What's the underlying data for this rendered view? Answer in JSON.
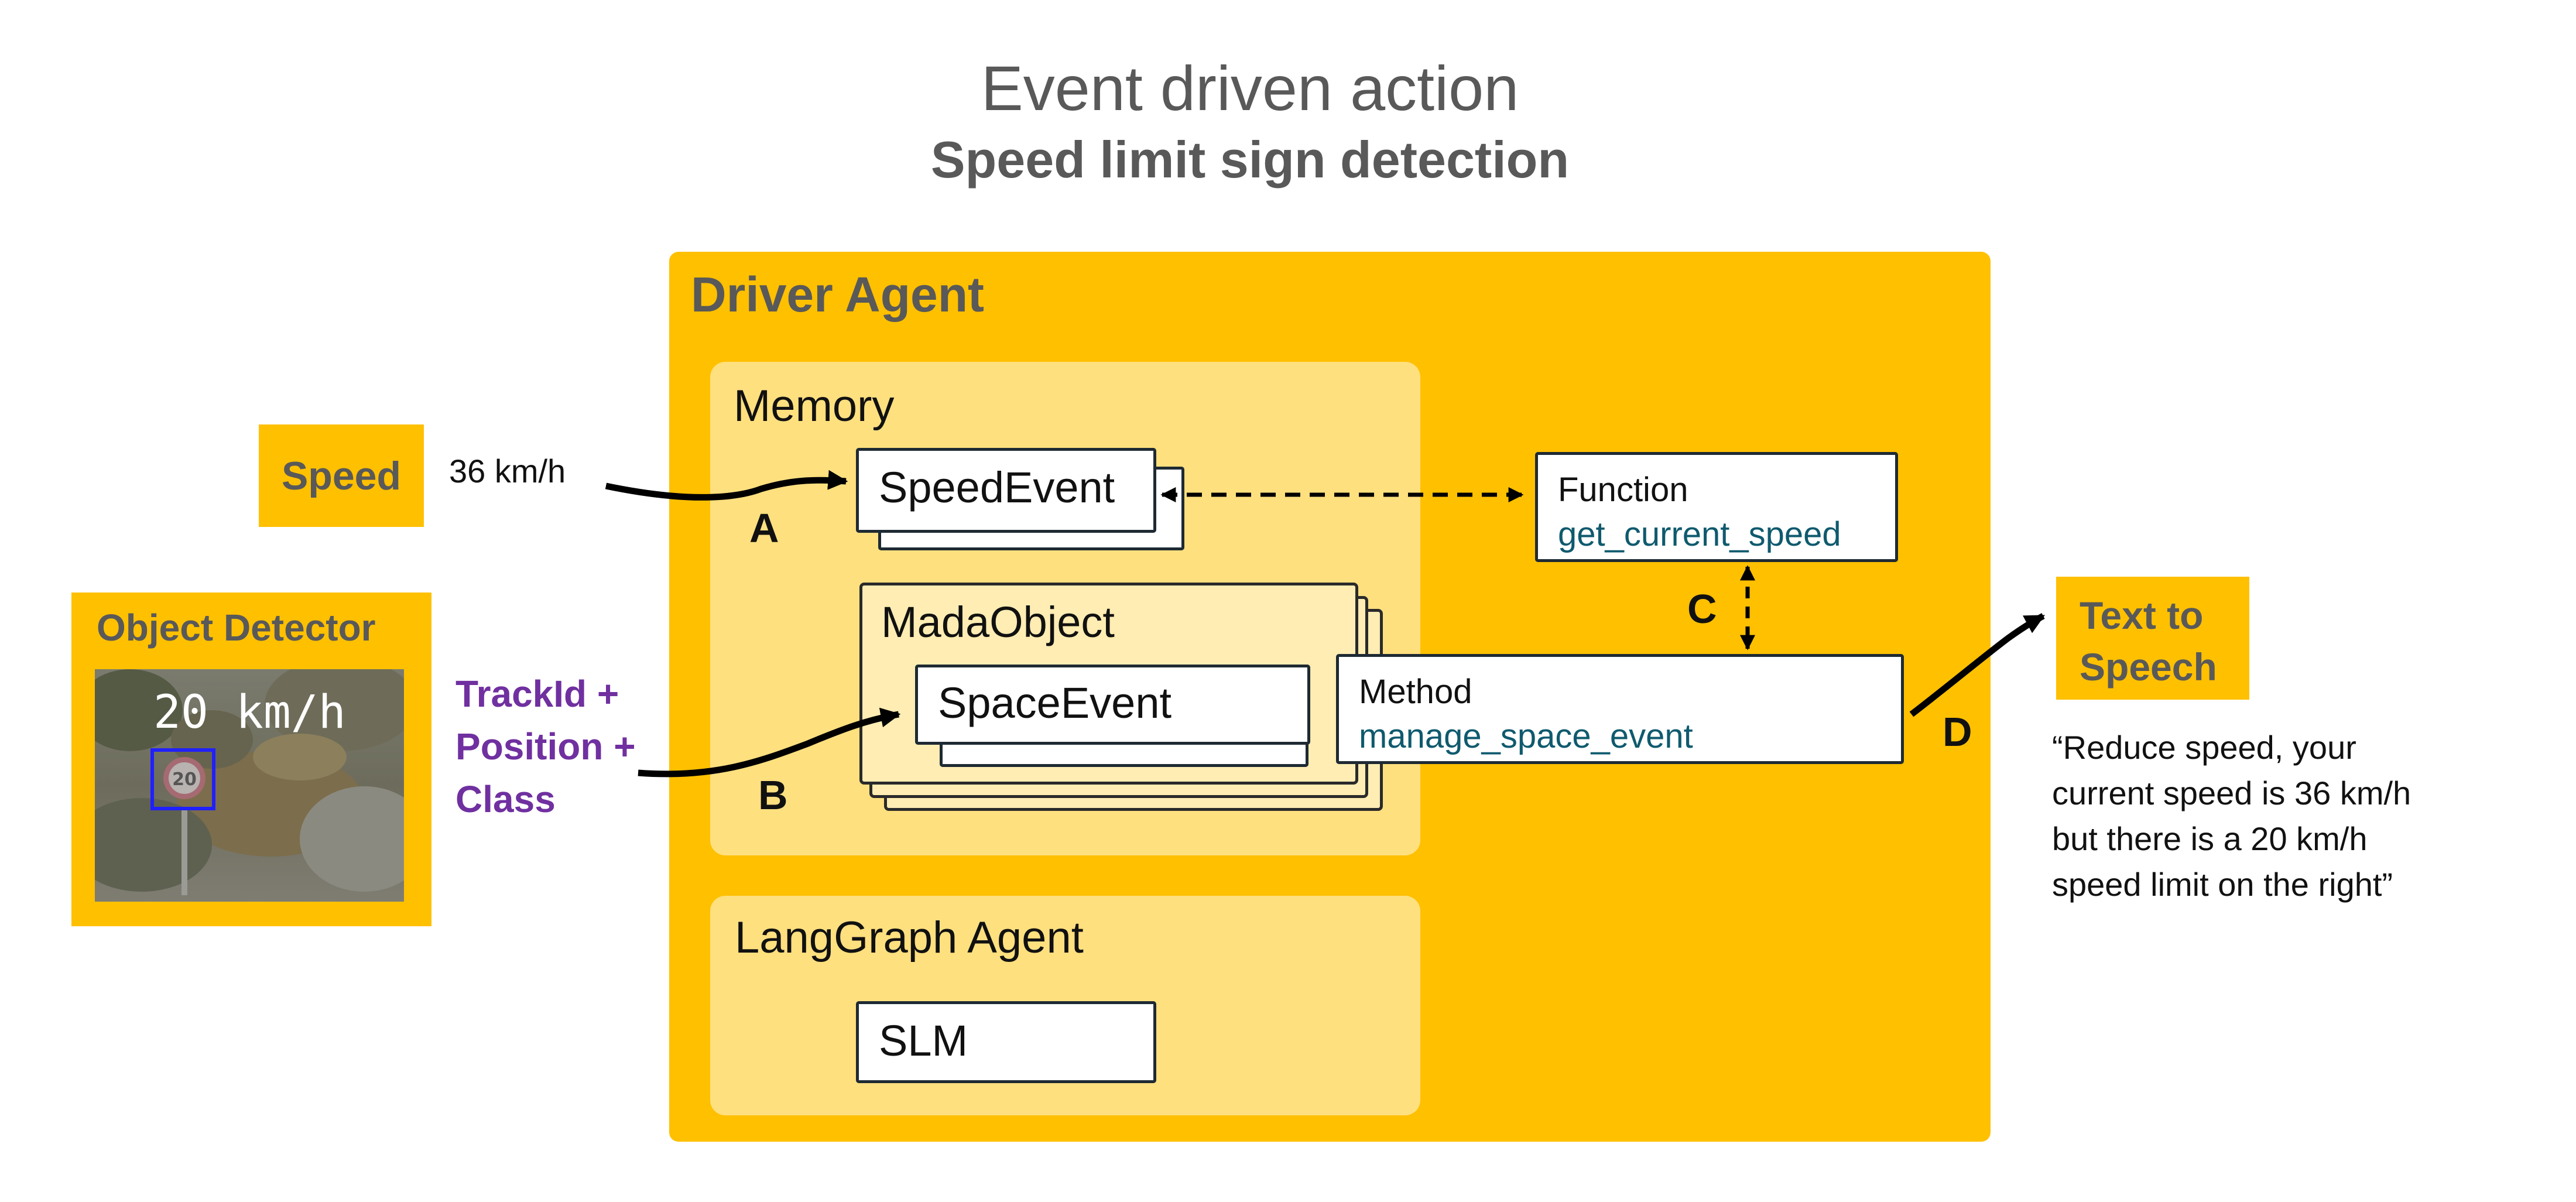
{
  "title": "Event driven action",
  "subtitle": "Speed limit sign detection",
  "driver_agent": {
    "label": "Driver Agent",
    "memory": {
      "label": "Memory",
      "speed_event": "SpeedEvent",
      "mada_object": "MadaObject",
      "space_event": "SpaceEvent"
    },
    "langgraph": {
      "label": "LangGraph Agent",
      "slm": "SLM"
    },
    "function": {
      "label": "Function",
      "name": "get_current_speed"
    },
    "method": {
      "label": "Method",
      "name": "manage_space_event"
    }
  },
  "speed": {
    "label": "Speed",
    "value": "36 km/h"
  },
  "object_detector": {
    "label": "Object Detector",
    "overlay_text": "20 km/h",
    "sign_value": "20"
  },
  "track_info": {
    "line1": "TrackId +",
    "line2": "Position +",
    "line3": "Class"
  },
  "text_to_speech": {
    "line1": "Text to",
    "line2": "Speech"
  },
  "speech_output": {
    "line1": "“Reduce speed, your",
    "line2": "current speed is 36 km/h",
    "line3": "but there is a 20 km/h",
    "line4": "speed limit on the right”"
  },
  "arrow_labels": {
    "a": "A",
    "b": "B",
    "c": "C",
    "d": "D"
  },
  "colors": {
    "agent": "#FFC000",
    "panel": "#FFE07F",
    "object": "#FFEDB3",
    "text_gray": "#595959",
    "code": "#0F5A6E",
    "purple": "#7030A0"
  }
}
